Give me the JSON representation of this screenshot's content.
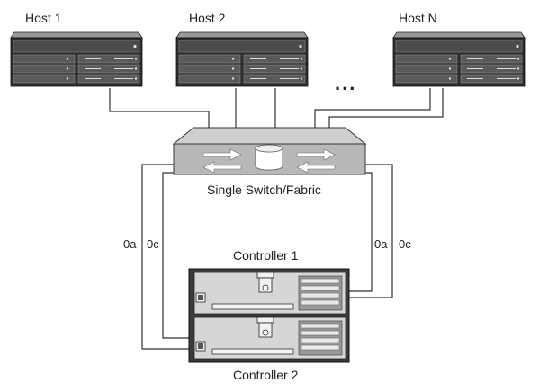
{
  "hosts": [
    {
      "label": "Host 1"
    },
    {
      "label": "Host 2"
    },
    {
      "label": "Host N"
    }
  ],
  "ellipsis": "...",
  "switch": {
    "label": "Single Switch/Fabric"
  },
  "controllers": [
    {
      "label": "Controller 1"
    },
    {
      "label": "Controller 2"
    }
  ],
  "ports": {
    "left_a": "0a",
    "left_c": "0c",
    "right_a": "0a",
    "right_c": "0c"
  },
  "colors": {
    "chassis_dark": "#3a3a3a",
    "chassis_light": "#d8d8d8",
    "switch_face": "#bdbdbd",
    "cable": "#333333"
  }
}
